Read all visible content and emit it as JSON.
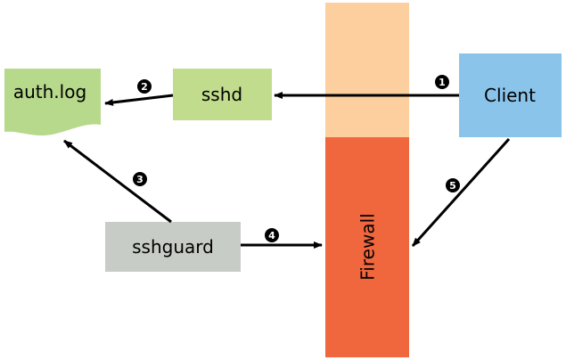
{
  "nodes": {
    "authlog": {
      "label": "auth.log",
      "color": "#b7d98b"
    },
    "sshd": {
      "label": "sshd",
      "color": "#c0dc8c"
    },
    "client": {
      "label": "Client",
      "color": "#8bc4eb"
    },
    "sshguard": {
      "label": "sshguard",
      "color": "#c8ccc6"
    },
    "firewall": {
      "label": "Firewall",
      "top_color": "#fdcf9e",
      "bottom_color": "#f0663d"
    }
  },
  "steps": {
    "s1": "1",
    "s2": "2",
    "s3": "3",
    "s4": "4",
    "s5": "5"
  }
}
